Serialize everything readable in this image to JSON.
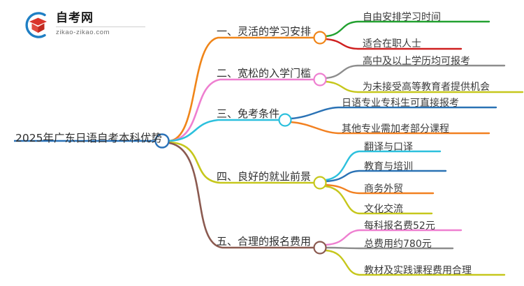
{
  "logo": {
    "title": "自考网",
    "domain": "zikao-zikao.com",
    "mark_icon": "graduation-cap-icon",
    "arc_color": "#1f7fc4",
    "cap_color": "#d9342b"
  },
  "mindmap": {
    "root": {
      "label": "2025年广东日语自考本科优势",
      "color": "#2b72b8"
    },
    "branches": [
      {
        "label": "一、灵活的学习安排",
        "color": "#f08519",
        "children": [
          {
            "label": "自由安排学习时间",
            "color": "#22a130"
          },
          {
            "label": "适合在职人士",
            "color": "#cf1f1f"
          }
        ]
      },
      {
        "label": "二、宽松的入学门槛",
        "color": "#ee7fd0",
        "children": [
          {
            "label": "高中及以上学历均可报考",
            "color": "#8d8d8d"
          },
          {
            "label": "为未接受高等教育者提供机会",
            "color": "#c6c71c"
          }
        ]
      },
      {
        "label": "三、免考条件",
        "color": "#2cc0dd",
        "children": [
          {
            "label": "日语专业专科生可直接报考",
            "color": "#2a72b5"
          },
          {
            "label": "其他专业需加考部分课程",
            "color": "#f28020"
          }
        ]
      },
      {
        "label": "四、良好的就业前景",
        "color": "#c6c71c",
        "children": [
          {
            "label": "翻译与口译",
            "color": "#2cc0dd"
          },
          {
            "label": "教育与培训",
            "color": "#2a72b5"
          },
          {
            "label": "商务外贸",
            "color": "#f28020"
          },
          {
            "label": "文化交流",
            "color": "#c6c71c"
          }
        ]
      },
      {
        "label": "五、合理的报名费用",
        "color": "#8b5a50",
        "children": [
          {
            "label": "每科报名费52元",
            "color": "#ee7fd0"
          },
          {
            "label": "总费用约780元",
            "color": "#8d8d8d"
          },
          {
            "label": "教材及实践课程费用合理",
            "color": "#c6c71c"
          }
        ]
      }
    ]
  }
}
